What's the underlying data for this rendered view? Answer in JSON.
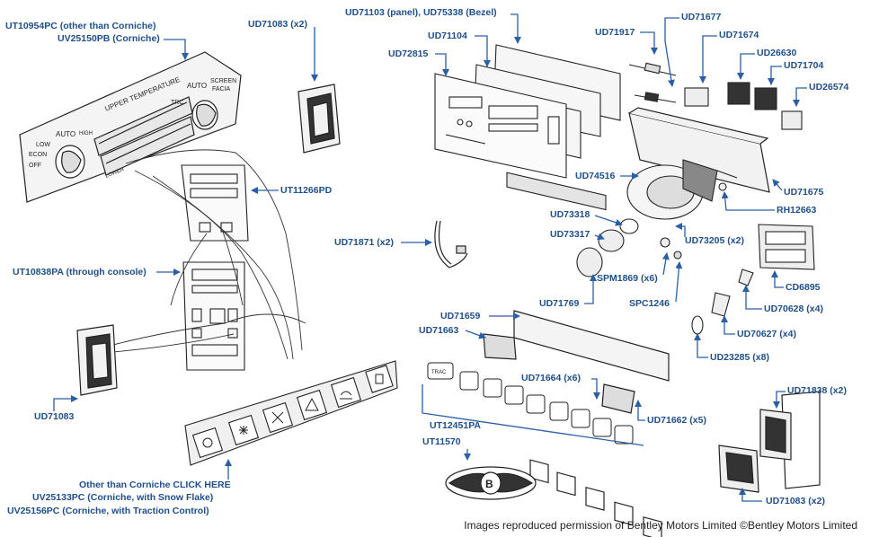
{
  "labels": {
    "ut10954pc": "UT10954PC (other than Corniche)",
    "uv25150pb": "UV25150PB (Corniche)",
    "ud71083_x2_top": "UD71083 (x2)",
    "ut11266pd": "UT11266PD",
    "ut10838pa": "UT10838PA (through console)",
    "ud71083_left": "UD71083",
    "other_than_corniche": "Other than Corniche CLICK HERE",
    "uv25133pc": "UV25133PC (Corniche, with Snow Flake)",
    "uv25156pc": "UV25156PC (Corniche, with Traction Control)",
    "ud71103": "UD71103 (panel), UD75338 (Bezel)",
    "ud71104": "UD71104",
    "ud72815": "UD72815",
    "ud71917": "UD71917",
    "ud71677": "UD71677",
    "ud71674": "UD71674",
    "ud26630": "UD26630",
    "ud71704": "UD71704",
    "ud26574": "UD26574",
    "ud74516": "UD74516",
    "ud71675": "UD71675",
    "rh12663": "RH12663",
    "ud73318": "UD73318",
    "ud73317": "UD73317",
    "ud71871": "UD71871 (x2)",
    "ud73205": "UD73205 (x2)",
    "spm1869": "SPM1869 (x6)",
    "ud71769": "UD71769",
    "spc1246": "SPC1246",
    "cd6895": "CD6895",
    "ud70628": "UD70628 (x4)",
    "ud71659": "UD71659",
    "ud71663": "UD71663",
    "ud70627": "UD70627 (x4)",
    "ud23285": "UD23285 (x8)",
    "ud71664": "UD71664 (x6)",
    "ud71662": "UD71662 (x5)",
    "ut12451pa": "UT12451PA",
    "ut11570": "UT11570",
    "ud71838": "UD71838 (x2)",
    "ud71083_x2_bottom": "UD71083 (x2)"
  },
  "panel_text": {
    "upper_temperature": "UPPER TEMPERATURE",
    "auto_left": "AUTO",
    "high": "HIGH",
    "low": "LOW",
    "econ": "ECON",
    "off": "OFF",
    "auto_right": "AUTO",
    "screen": "SCREEN",
    "facia": "FACIA",
    "trc": "TRC",
    "lower": "LOWER",
    "trac": "TRAC"
  },
  "footer": {
    "credit": "Images reproduced permission of Bentley Motors Limited ©Bentley Motors Limited"
  },
  "colors": {
    "label_blue": "#1f4e8c",
    "arrow_blue": "#2a5fa8",
    "line_art": "#222222"
  }
}
